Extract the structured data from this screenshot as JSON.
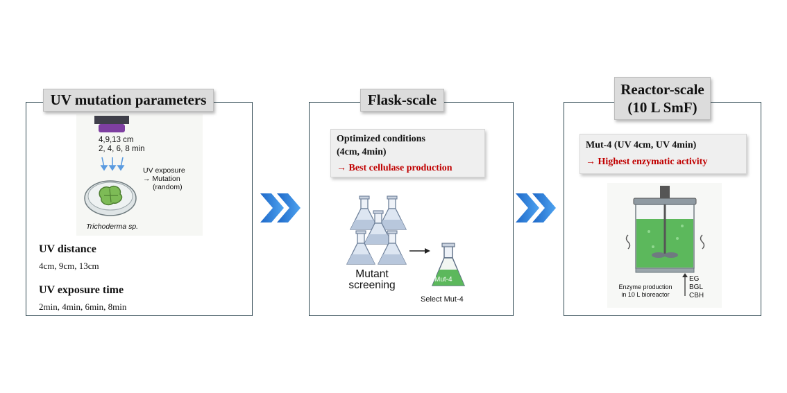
{
  "stages": [
    {
      "title": "UV mutation parameters",
      "illustration": {
        "distances": "4,9,13 cm",
        "times": "2, 4, 6, 8 min",
        "exposure_lines": [
          "UV exposure",
          "→ Mutation",
          "(random)"
        ],
        "organism": "Trichoderma sp."
      },
      "parameters": [
        {
          "name": "UV distance",
          "values": "4cm, 9cm, 13cm"
        },
        {
          "name": "UV exposure time",
          "values": "2min, 4min, 6min, 8min"
        }
      ]
    },
    {
      "title": "Flask-scale",
      "callout_lines": [
        "Optimized conditions",
        "(4cm, 4min)"
      ],
      "callout_result": "→ Best cellulase production",
      "screening_lines": [
        "Mutant",
        "screening"
      ],
      "flask_label": "Mut-4",
      "select_label": "Select Mut-4"
    },
    {
      "title_lines": [
        "Reactor-scale",
        "(10 L SmF)"
      ],
      "callout_line": "Mut-4 (UV 4cm, UV 4min)",
      "callout_result": "→ Highest enzymatic activity",
      "production_lines": [
        "Enzyme production",
        "in 10 L bioreactor"
      ],
      "enzymes": [
        "EG",
        "BGL",
        "CBH"
      ]
    }
  ],
  "colors": {
    "border": "#2d4650",
    "title_bg": "#dcdcdc",
    "callout_bg": "#efefef",
    "highlight_red": "#c00000",
    "chevron_blue": "#2f7fd6",
    "medium_green": "#5cb85c"
  }
}
